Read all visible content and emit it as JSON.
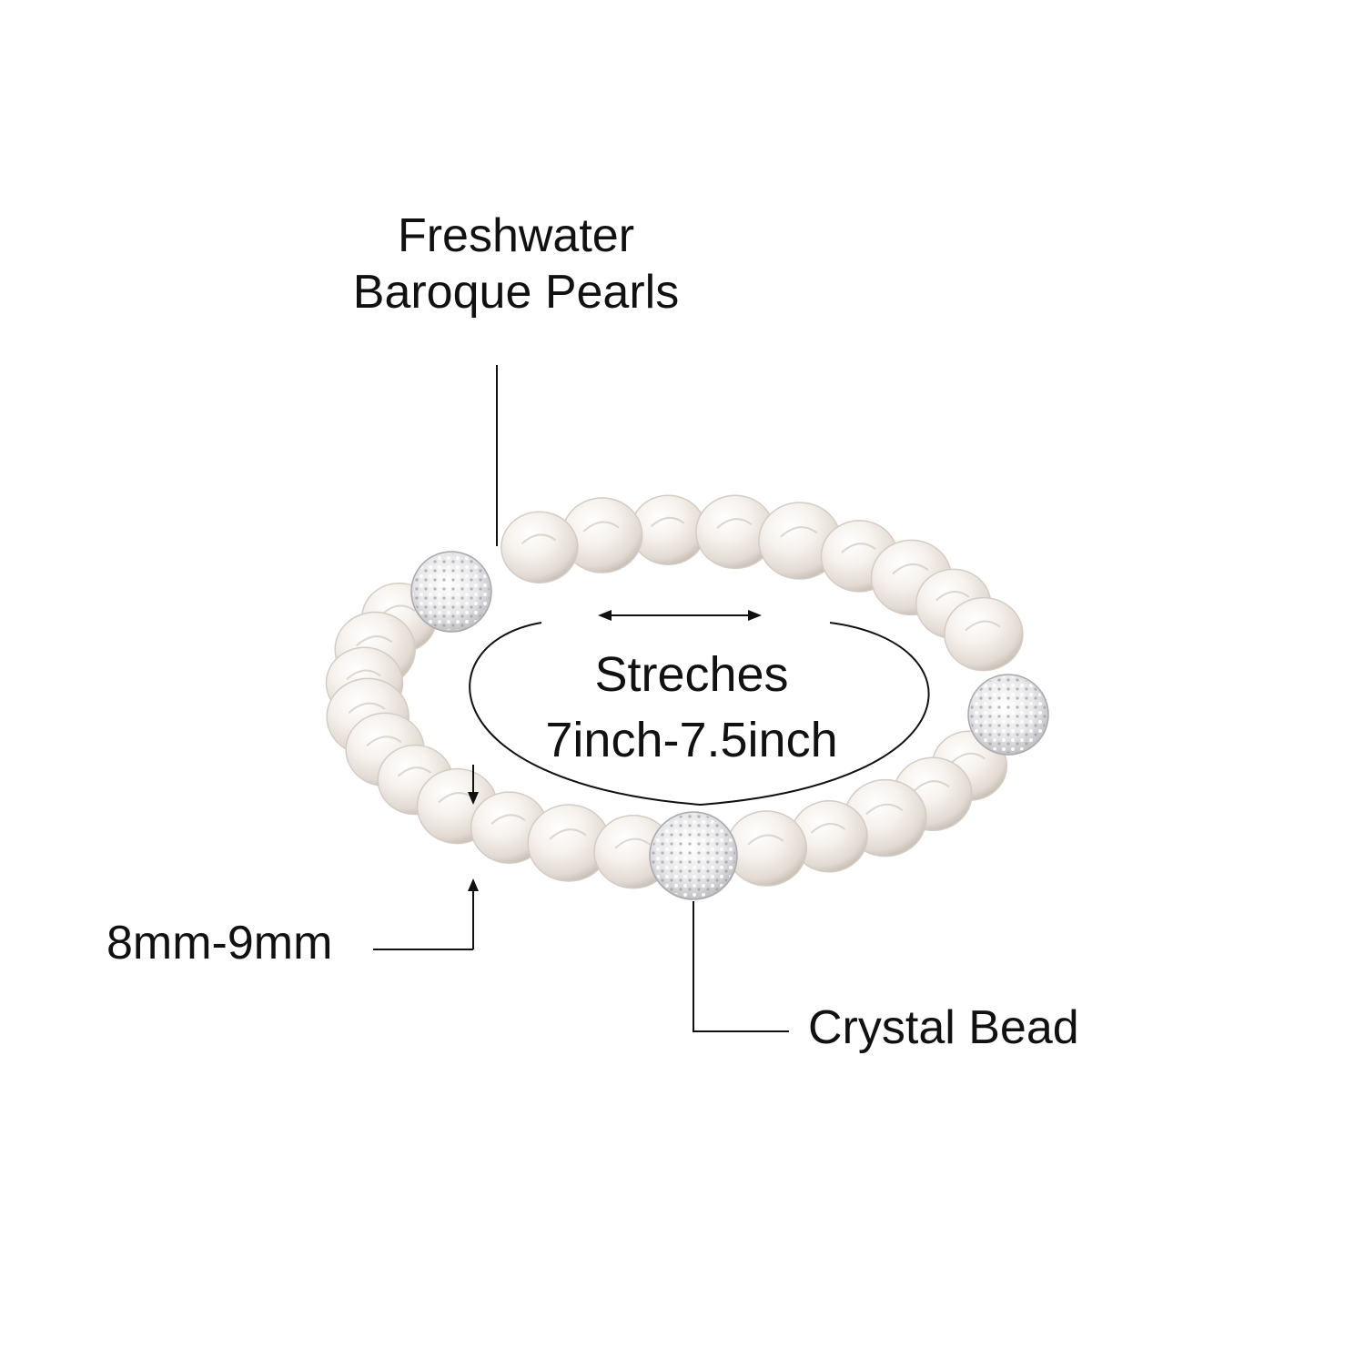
{
  "labels": {
    "pearls_line1": "Freshwater",
    "pearls_line2": "Baroque Pearls",
    "stretch_line1": "Streches",
    "stretch_line2": "7inch-7.5inch",
    "bead_size": "8mm-9mm",
    "crystal_bead": "Crystal Bead"
  },
  "colors": {
    "background": "#ffffff",
    "text": "#111111",
    "pearl": "#f6f1ec",
    "pearl_shade": "#d9d2cb",
    "crystal": "#e4e4e6"
  }
}
